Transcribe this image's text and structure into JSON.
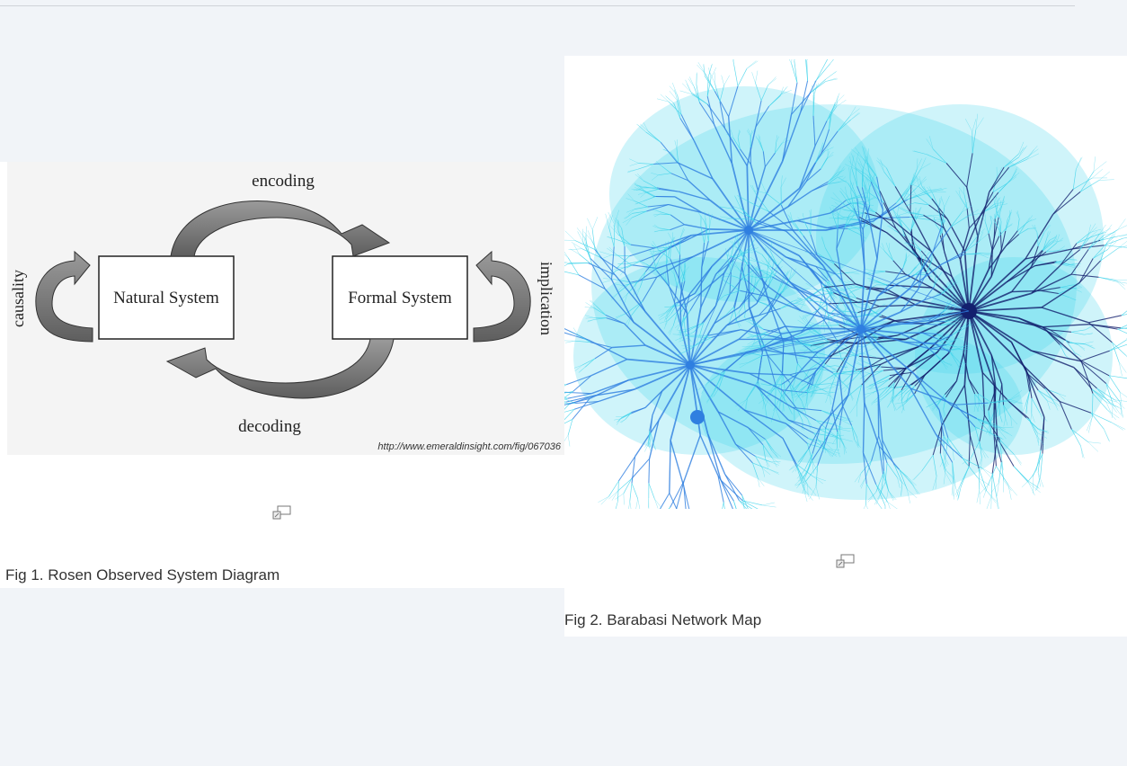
{
  "figures": [
    {
      "caption": "Fig 1. Rosen Observed System Diagram",
      "diagram": {
        "top_label": "encoding",
        "bottom_label": "decoding",
        "left_label": "causality",
        "right_label": "implication",
        "left_box": "Natural System",
        "right_box": "Formal System",
        "source_url": "http://www.emeraldinsight.com/fig/067036"
      },
      "icon": "expand-image-icon"
    },
    {
      "caption": "Fig 2. Barabasi Network Map",
      "icon": "expand-image-icon"
    }
  ],
  "colors": {
    "network_light": "#3fd3ea",
    "network_mid": "#2f7fe0",
    "network_dark": "#13206e",
    "arrow_fill": "#7d7d7d"
  }
}
